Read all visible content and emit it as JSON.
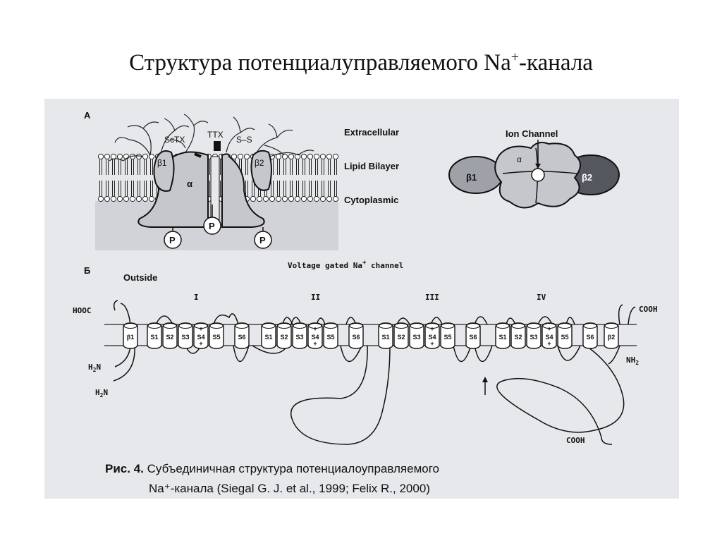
{
  "slide": {
    "title_main": "Структура потенциалуправляемого Na",
    "title_sup": "+",
    "title_end": "-канала"
  },
  "panel_a": {
    "letter": "А",
    "toxins": {
      "sctx": "ScTX",
      "ttx": "TTX",
      "ss": "S–S"
    },
    "layers": {
      "extra": "Extracellular",
      "lipid": "Lipid Bilayer",
      "cyto": "Cytoplasmic"
    },
    "subunits": {
      "alpha": "α",
      "beta1": "β1",
      "beta2": "β2"
    },
    "phospho": "P",
    "ion_channel": "Ion Channel"
  },
  "panel_b": {
    "letter": "Б",
    "heading": "Voltage gated Na",
    "heading_sup": "+",
    "heading_end": " channel",
    "outside": "Outside",
    "domains": [
      "I",
      "II",
      "III",
      "IV"
    ],
    "segments": [
      "S1",
      "S2",
      "S3",
      "S4",
      "S5",
      "S6"
    ],
    "beta1": "β",
    "beta1_sub": "1",
    "beta2": "β",
    "beta2_sub": "2",
    "hooc": "HOOC",
    "cooh": "COOH",
    "h2n": "H",
    "h2n_sub": "2",
    "h2n_end": "N",
    "nh2": "NH",
    "nh2_sub": "2"
  },
  "caption": {
    "line1_bold": "Рис. 4.",
    "line1": " Субъединичная структура потенциалоуправляемого",
    "line2": "Na⁺-канала (Siegal G. J. et al., 1999; Felix R., 2000)"
  }
}
